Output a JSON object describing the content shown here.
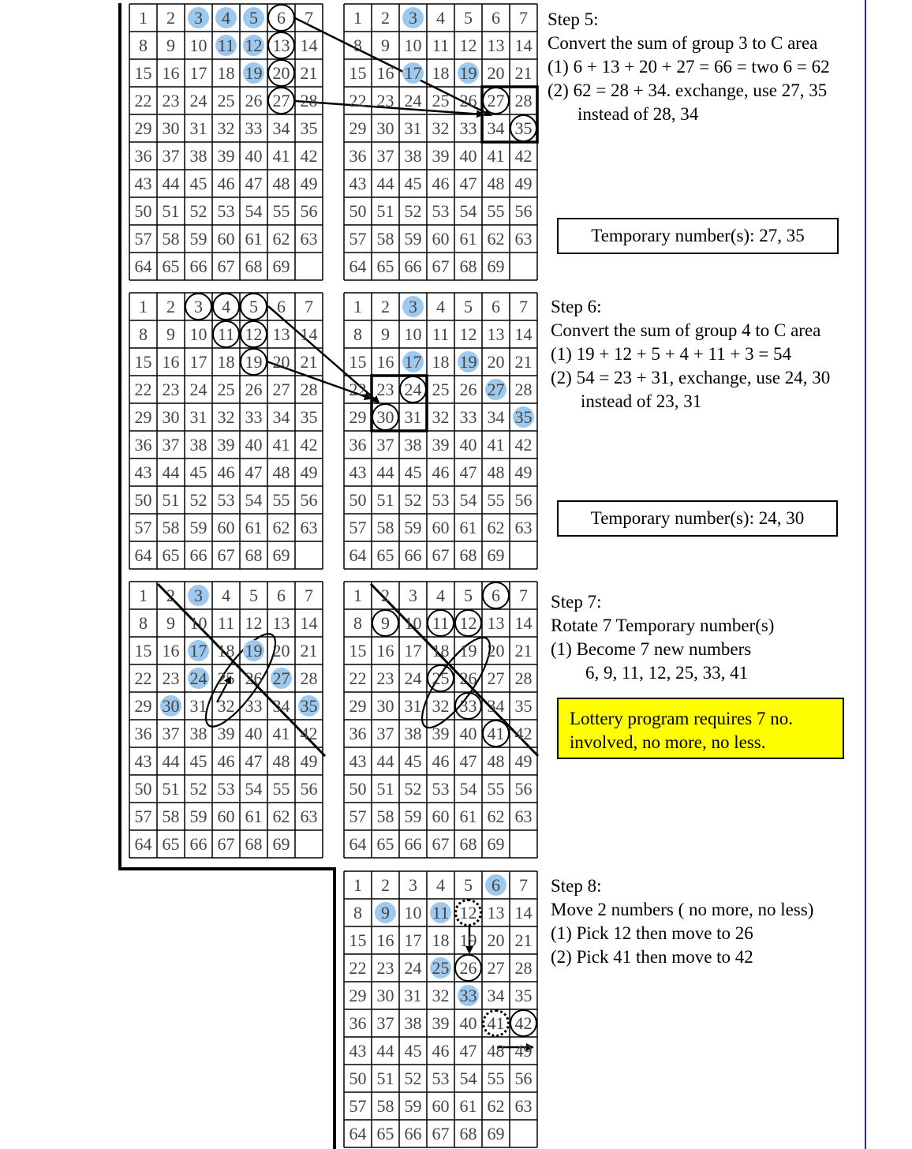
{
  "colors": {
    "highlight": "#9ec9ef",
    "note_bg": "#ffff00",
    "rule": "#2222cc"
  },
  "grid_numbers": [
    1,
    2,
    3,
    4,
    5,
    6,
    7,
    8,
    9,
    10,
    11,
    12,
    13,
    14,
    15,
    16,
    17,
    18,
    19,
    20,
    21,
    22,
    23,
    24,
    25,
    26,
    27,
    28,
    29,
    30,
    31,
    32,
    33,
    34,
    35,
    36,
    37,
    38,
    39,
    40,
    41,
    42,
    43,
    44,
    45,
    46,
    47,
    48,
    49,
    50,
    51,
    52,
    53,
    54,
    55,
    56,
    57,
    58,
    59,
    60,
    61,
    62,
    63,
    64,
    65,
    66,
    67,
    68,
    69
  ],
  "grids": [
    {
      "id": "s5-left",
      "highlighted": [
        3,
        4,
        5,
        11,
        12,
        19
      ],
      "circled": [
        6,
        13,
        20,
        27
      ],
      "dotted": []
    },
    {
      "id": "s5-right",
      "highlighted": [
        3,
        17,
        19
      ],
      "circled": [
        27,
        35
      ],
      "dotted": []
    },
    {
      "id": "s6-left",
      "highlighted": [],
      "circled": [
        3,
        4,
        5,
        11,
        12,
        19
      ],
      "dotted": []
    },
    {
      "id": "s6-right",
      "highlighted": [
        3,
        17,
        19,
        27,
        35
      ],
      "circled": [
        24,
        30
      ],
      "dotted": []
    },
    {
      "id": "s7-left",
      "highlighted": [
        3,
        17,
        19,
        24,
        27,
        30,
        35
      ],
      "circled": [],
      "dotted": []
    },
    {
      "id": "s7-right",
      "highlighted": [],
      "circled": [
        6,
        9,
        11,
        12,
        25,
        33,
        41
      ],
      "dotted": []
    },
    {
      "id": "s8",
      "highlighted": [
        6,
        9,
        11,
        25,
        33
      ],
      "circled": [
        26,
        42
      ],
      "dotted": [
        12,
        41
      ]
    }
  ],
  "steps": [
    {
      "title": "Step 5:",
      "lines": [
        "Convert the sum of group 3 to C area",
        "(1) 6 + 13 + 20 + 27 = 66 = two 6 = 62",
        "(2) 62 = 28 + 34. exchange, use 27, 35",
        "instead of 28, 34"
      ]
    },
    {
      "title": "Step 6:",
      "lines": [
        "Convert the sum of group 4 to C area",
        "(1)  19 + 12 + 5 + 4 + 11 + 3 = 54",
        "(2) 54 = 23 + 31, exchange, use 24, 30",
        "instead of 23, 31"
      ]
    },
    {
      "title": "Step 7:",
      "lines": [
        "Rotate 7 Temporary number(s)",
        "(1)  Become 7 new numbers",
        "6, 9, 11, 12, 25, 33, 41"
      ]
    },
    {
      "title": "Step 8:",
      "lines": [
        "Move 2 numbers ( no more, no less)",
        "(1)  Pick 12 then move to 26",
        "(2)  Pick 41 then move to 42"
      ]
    }
  ],
  "temp_boxes": [
    "Temporary number(s):  27, 35",
    "Temporary number(s):  24, 30"
  ],
  "note": {
    "line1": "Lottery program requires 7 no.",
    "line2": " involved, no more, no less."
  }
}
